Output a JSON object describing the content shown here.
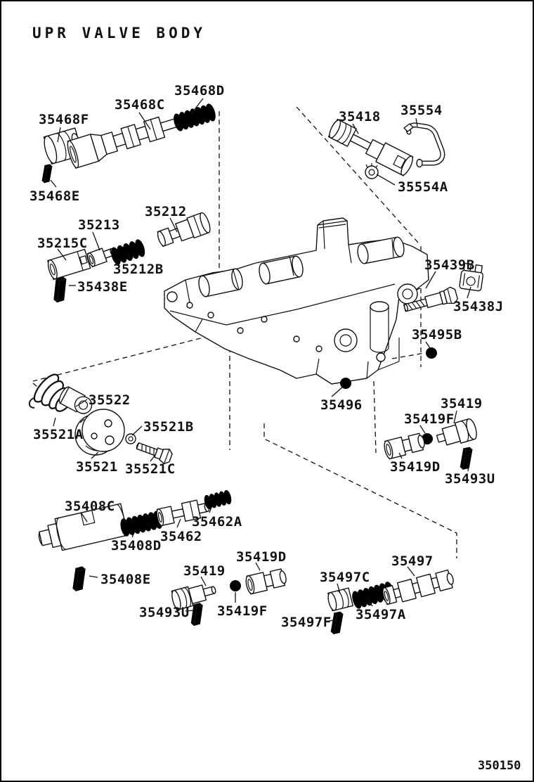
{
  "page": {
    "title": "UPR VALVE BODY",
    "diagram_number": "350150"
  },
  "labels": {
    "p35468f": "35468F",
    "p35468c": "35468C",
    "p35468d": "35468D",
    "p35468e": "35468E",
    "p35418": "35418",
    "p35554": "35554",
    "p35554a": "35554A",
    "p35212": "35212",
    "p35213": "35213",
    "p35215c": "35215C",
    "p35212b": "35212B",
    "p35438e": "35438E",
    "p35439b": "35439B",
    "p35438j": "35438J",
    "p35495b": "35495B",
    "p35496": "35496",
    "p35419_upper": "35419",
    "p35419f_upper": "35419F",
    "p35419d_upper": "35419D",
    "p35493u_upper": "35493U",
    "p35522": "35522",
    "p35521a": "35521A",
    "p35521b": "35521B",
    "p35521": "35521",
    "p35521c": "35521C",
    "p35408c": "35408C",
    "p35408d": "35408D",
    "p35462": "35462",
    "p35462a": "35462A",
    "p35408e": "35408E",
    "p35419_lower": "35419",
    "p35419d_lower": "35419D",
    "p35493u_lower": "35493U",
    "p35419f_lower": "35419F",
    "p35497": "35497",
    "p35497c": "35497C",
    "p35497a": "35497A",
    "p35497f": "35497F"
  },
  "colors": {
    "line": "#111111",
    "background": "#ffffff"
  }
}
